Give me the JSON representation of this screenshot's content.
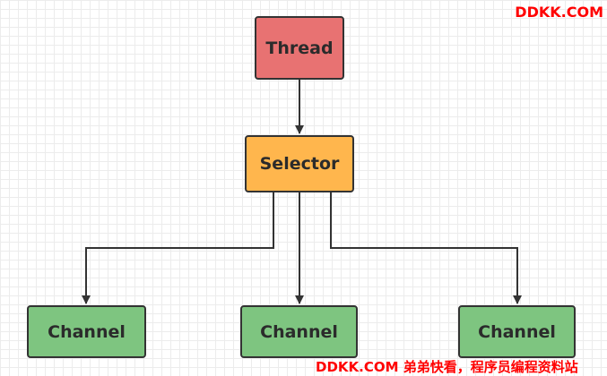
{
  "nodes": {
    "thread": {
      "label": "Thread",
      "color": "#e87272"
    },
    "selector": {
      "label": "Selector",
      "color": "#ffb64d"
    },
    "channels": [
      {
        "label": "Channel",
        "color": "#7ec580"
      },
      {
        "label": "Channel",
        "color": "#7ec580"
      },
      {
        "label": "Channel",
        "color": "#7ec580"
      }
    ]
  },
  "edges": [
    {
      "from": "Thread",
      "to": "Selector"
    },
    {
      "from": "Selector",
      "to": "Channel 1"
    },
    {
      "from": "Selector",
      "to": "Channel 2"
    },
    {
      "from": "Selector",
      "to": "Channel 3"
    }
  ],
  "watermarks": {
    "top": "DDKK.COM",
    "bottom": "DDKK.COM 弟弟快看，程序员编程资料站",
    "color": "#ff0000"
  },
  "colors": {
    "line": "#333333",
    "grid": "#ececec"
  }
}
